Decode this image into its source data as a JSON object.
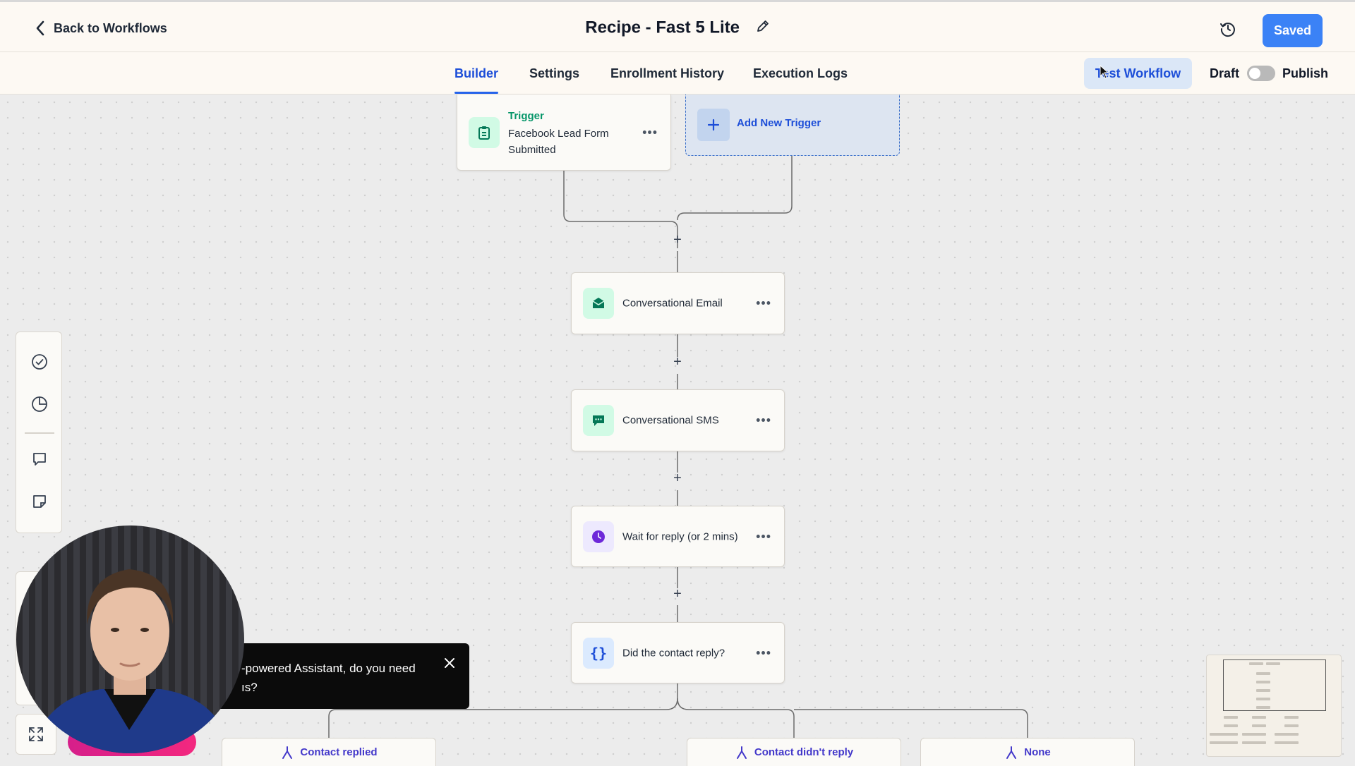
{
  "header": {
    "back_label": "Back to Workflows",
    "title": "Recipe - Fast 5 Lite",
    "saved_label": "Saved"
  },
  "tabs": [
    {
      "label": "Builder",
      "active": true
    },
    {
      "label": "Settings",
      "active": false
    },
    {
      "label": "Enrollment History",
      "active": false
    },
    {
      "label": "Execution Logs",
      "active": false
    }
  ],
  "actions": {
    "test_label": "Test Workflow",
    "draft_label": "Draft",
    "publish_label": "Publish",
    "published": false
  },
  "trigger": {
    "kind": "Trigger",
    "description": "Facebook Lead Form Submitted",
    "add_label": "Add New Trigger"
  },
  "steps": [
    {
      "label": "Conversational Email",
      "icon": "email-icon",
      "icon_bg": "#d1fae5",
      "icon_color": "#047857"
    },
    {
      "label": "Conversational SMS",
      "icon": "chat-icon",
      "icon_bg": "#d1fae5",
      "icon_color": "#047857"
    },
    {
      "label": "Wait for reply (or 2 mins)",
      "icon": "clock-icon",
      "icon_bg": "#ede9fe",
      "icon_color": "#6d28d9"
    },
    {
      "label": "Did the contact reply?",
      "icon": "braces-icon",
      "icon_bg": "#dbeafe",
      "icon_color": "#1d4ed8"
    }
  ],
  "branches": [
    {
      "label": "Contact replied"
    },
    {
      "label": "Contact didn't reply"
    },
    {
      "label": "None"
    }
  ],
  "toast": {
    "message_line1": "-powered Assistant, do you need",
    "message_line2": "ıs?"
  },
  "colors": {
    "accent": "#3b82f6",
    "tab_active": "#1d4ed8",
    "trigger_green": "#059669",
    "branch_text": "#4338ca"
  }
}
